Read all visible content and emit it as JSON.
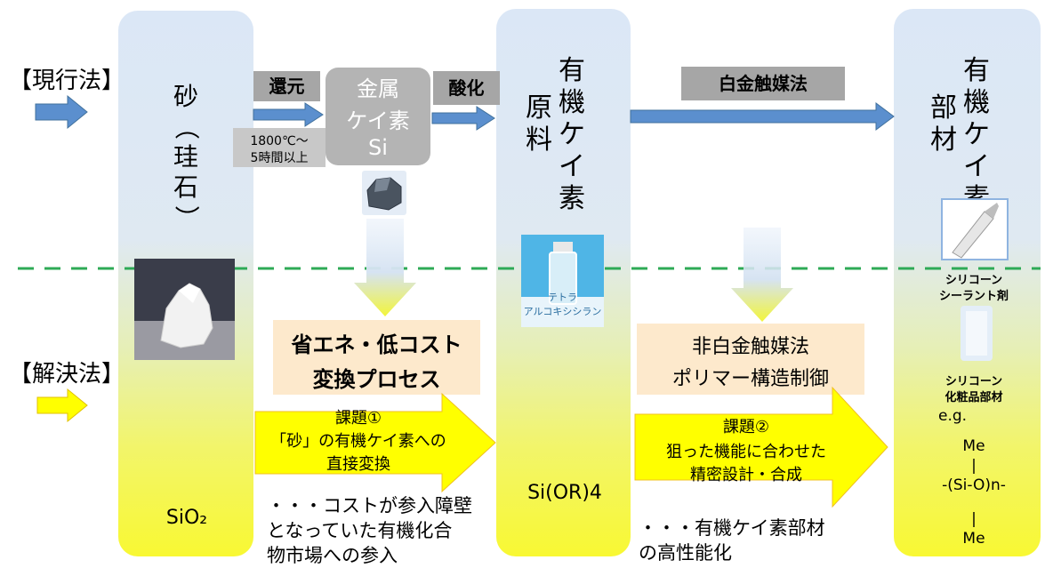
{
  "labels": {
    "current_method": "【現行法】",
    "solution": "【解決法】"
  },
  "columns": {
    "sand": {
      "chars": [
        "砂",
        "（",
        "珪",
        "石",
        "）"
      ],
      "formula": "SiO₂"
    },
    "raw_material": {
      "chars_left": [
        "原",
        "料"
      ],
      "chars_right": [
        "有",
        "機",
        "ケ",
        "イ",
        "素"
      ],
      "formula": "Si(OR)4"
    },
    "member": {
      "chars_left": [
        "部",
        "材"
      ],
      "chars_right": [
        "有",
        "機",
        "ケ",
        "イ",
        "素"
      ]
    }
  },
  "process": {
    "reduction": "還元",
    "condition_line1": "1800℃～",
    "condition_line2": "5時間以上",
    "metal_line1": "金属",
    "metal_line2": "ケイ素",
    "metal_line3": "Si",
    "oxidation": "酸化",
    "platinum_method": "白金触媒法"
  },
  "solution": {
    "box1_line1": "省エネ・低コスト",
    "box1_line2": "変換プロセス",
    "box2_line1": "非白金触媒法",
    "box2_line2": "ポリマー構造制御",
    "task1_title": "課題①",
    "task1_line1": "「砂」の有機ケイ素への",
    "task1_line2": "直接変換",
    "task2_title": "課題②",
    "task2_line1": "狙った機能に合わせた",
    "task2_line2": "精密設計・合成",
    "note1_line1": "・・・コストが参入障壁",
    "note1_line2": "となっていた有機化合",
    "note1_line3": "物市場への参入",
    "note2_line1": "・・・有機ケイ素部材",
    "note2_line2": "の高性能化"
  },
  "images": {
    "bottle_line1": "テトラ",
    "bottle_line2": "アルコキシシラン",
    "sealant_line1": "シリコーン",
    "sealant_line2": "シーラント剤",
    "cosmetic_line1": "シリコーン",
    "cosmetic_line2": "化粧品部材"
  },
  "formula": {
    "eg": "e.g.",
    "me_top": "Me",
    "bar_top": "|",
    "chain": "-(Si-O)n-",
    "bar_bottom": "|",
    "me_bottom": "Me"
  },
  "colors": {
    "blue_arrow": "#5b8fce",
    "yellow_arrow": "#ffff00",
    "gray_tag": "#a6a6a6",
    "peach_box": "#fde9cc",
    "green_dash": "#2eaa56"
  }
}
